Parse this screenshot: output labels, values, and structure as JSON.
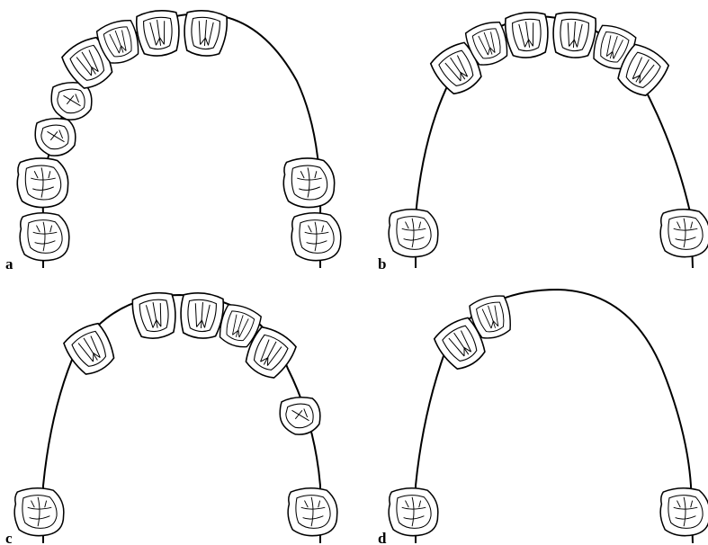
{
  "panels": [
    {
      "label": "a",
      "description_free": true
    },
    {
      "label": "b"
    },
    {
      "label": "c"
    },
    {
      "label": "d"
    }
  ]
}
